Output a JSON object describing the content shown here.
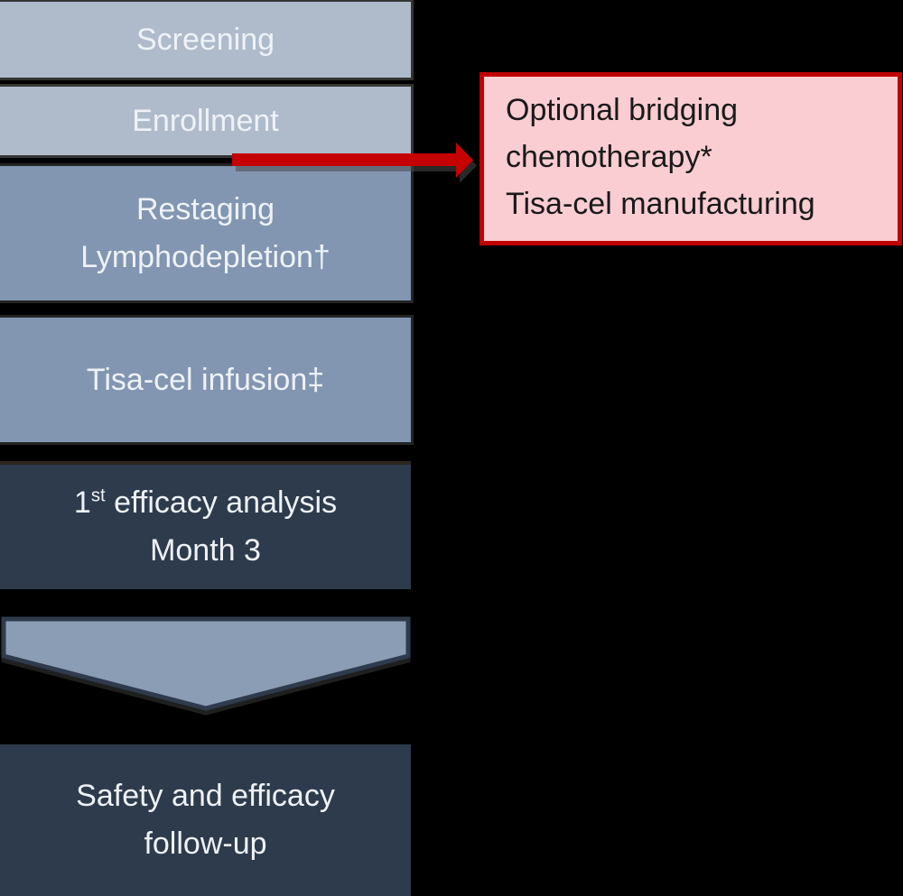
{
  "diagram": {
    "type": "clinical-trial-flowchart",
    "background_color": "#000000",
    "colors": {
      "light_box": "#afbbcb",
      "medium_box": "#8296b2",
      "dark_box": "#2e3b4c",
      "chevron_fill": "#8b9cb5",
      "chevron_border": "#2e3b4c",
      "note_fill": "#f9cdd1",
      "note_border": "#c00000",
      "arrow_red": "#c50101",
      "box_text": "#eef2f7",
      "note_text": "#1a1a1a"
    },
    "boxes": {
      "screening": {
        "label": "Screening"
      },
      "enrollment": {
        "label": "Enrollment"
      },
      "restaging": {
        "line1": "Restaging",
        "line2": "Lymphodepletion†"
      },
      "infusion": {
        "label": "Tisa-cel infusion‡"
      },
      "efficacy": {
        "line1_num": "1",
        "line1_sup": "st",
        "line1_rest": " efficacy analysis",
        "line2": "Month 3"
      },
      "followup": {
        "line1": "Safety and efficacy",
        "line2": "follow-up"
      }
    },
    "bridging_note": {
      "line1": "Optional bridging",
      "line2": "chemotherapy*",
      "line3": "Tisa-cel manufacturing"
    },
    "icons": {
      "red_arrow": "right-arrow connecting enrollment/restaging gap to bridging note",
      "down_chevron": "downward flow arrow between efficacy analysis and follow-up"
    }
  }
}
